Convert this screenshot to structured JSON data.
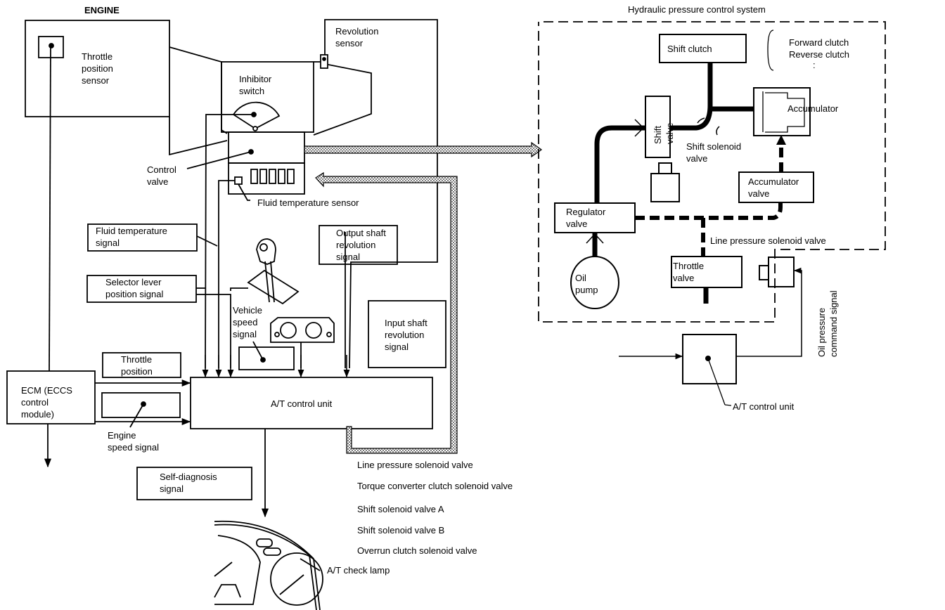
{
  "title": "A/T electronic control system diagram",
  "colors": {
    "line": "#000000",
    "background": "#ffffff",
    "hatch": "#8a8a8a"
  },
  "engine": {
    "heading": "ENGINE",
    "throttle_position_sensor": "Throttle\nposition\nsensor",
    "revolution_sensor": "Revolution\nsensor",
    "inhibitor_switch": "Inhibitor\nswitch",
    "control_valve": "Control\nvalve",
    "fluid_temperature_sensor": "Fluid temperature sensor"
  },
  "signals": {
    "fluid_temperature_signal": "Fluid temperature\nsignal",
    "selector_lever_position_signal": "Selector lever\nposition signal",
    "output_shaft_revolution_signal": "Output shaft\nrevolution\nsignal",
    "vehicle_speed_signal": "Vehicle\nspeed\nsignal",
    "input_shaft_revolution_signal": "Input shaft\nrevolution\nsignal",
    "throttle_position": "Throttle\nposition",
    "engine_speed_signal": "Engine\nspeed signal",
    "self_diagnosis_signal": "Self-diagnosis\nsignal"
  },
  "ecm": {
    "label": "ECM (ECCS\ncontrol\nmodule)"
  },
  "at_control_unit": {
    "label": "A/T control unit"
  },
  "outputs": [
    "Line pressure solenoid valve",
    "Torque converter clutch solenoid valve",
    "Shift solenoid valve A",
    "Shift solenoid valve B",
    "Overrun clutch solenoid valve"
  ],
  "check_lamp": {
    "label": "A/T check lamp"
  },
  "hydraulic": {
    "heading": "Hydraulic pressure control system",
    "shift_clutch": "Shift clutch",
    "clutch_list": "Forward clutch\nReverse clutch",
    "clutch_list_more": ":",
    "shift_valve": "Shift\nvalve",
    "accumulator": "Accumulator",
    "shift_solenoid_valve": "Shift solenoid\nvalve",
    "accumulator_valve": "Accumulator\nvalve",
    "regulator_valve": "Regulator\nvalve",
    "oil_pump": "Oil\npump",
    "throttle_valve": "Throttle\nvalve",
    "line_pressure_solenoid_valve": "Line pressure solenoid valve",
    "oil_pressure_command_signal": "Oil pressure\ncommand signal",
    "at_control_unit": "A/T control unit"
  }
}
